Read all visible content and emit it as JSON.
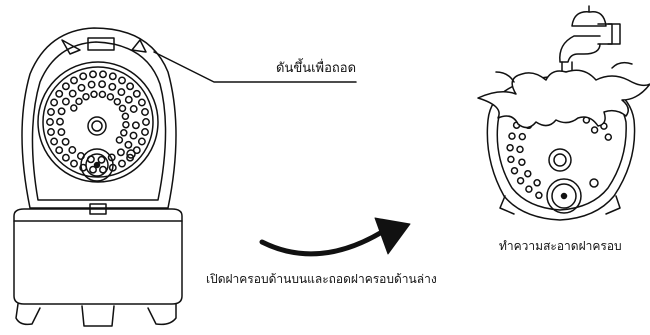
{
  "labels": {
    "push_up_to_remove": "ดันขึ้นเพื่อถอด",
    "clean_inner_lid": "ทำความสะอาดฝาครอบ",
    "open_and_remove_lids": "เปิดฝาครอบด้านบนและถอดฝาครอบด้านล่าง"
  }
}
